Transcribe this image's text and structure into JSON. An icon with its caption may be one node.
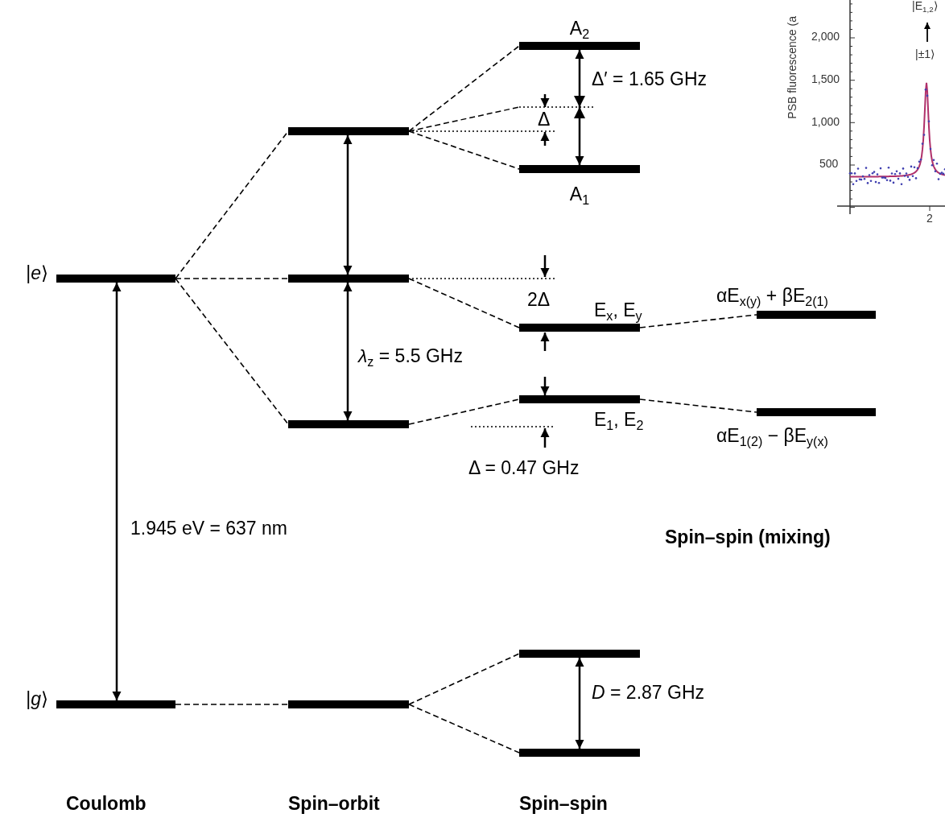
{
  "diagram": {
    "nodes": [
      {
        "text": [
          "|*e*⟩"
        ]
      },
      {
        "text": [
          "|*g*⟩"
        ]
      },
      {
        "text": [],
        "shape": "bar"
      },
      {
        "text": [],
        "shape": "bar"
      },
      {
        "text": [],
        "shape": "bar"
      },
      {
        "text": [],
        "shape": "bar"
      },
      {
        "text": [
          "A$_{2}$"
        ]
      },
      {
        "text": [
          "A$_{1}$"
        ]
      },
      {
        "text": [
          "E$_{x}$, E$_{y}$"
        ]
      },
      {
        "text": [
          "E$_{1}$, E$_{2}$"
        ]
      },
      {
        "text": [
          "αE$_{x(y)}$ + βE$_{2(1)}$"
        ]
      },
      {
        "text": [
          "αE$_{1(2)}$ − βE$_{y(x)}$"
        ]
      },
      {
        "text": [],
        "shape": "bar"
      },
      {
        "text": [],
        "shape": "bar"
      }
    ],
    "edges": [
      {
        "from": 0,
        "to": 2,
        "arrow": "none",
        "style": "dashed"
      },
      {
        "from": 0,
        "to": 3,
        "arrow": "none",
        "style": "dashed"
      },
      {
        "from": 0,
        "to": 4,
        "arrow": "none",
        "style": "dashed"
      },
      {
        "from": 0,
        "to": 1,
        "arrow": "both",
        "label": "1.945 eV = 637 nm"
      },
      {
        "from": 1,
        "to": 5,
        "arrow": "none",
        "style": "dashed"
      },
      {
        "from": 2,
        "to": 3,
        "arrow": "both"
      },
      {
        "from": 3,
        "to": 4,
        "arrow": "both",
        "label": "*λ*$_{z}$ = 5.5 GHz"
      },
      {
        "from": 2,
        "to": 6,
        "arrow": "none",
        "style": "dashed"
      },
      {
        "from": 2,
        "to": 7,
        "arrow": "none",
        "style": "dashed"
      },
      {
        "from": 6,
        "to": 7,
        "arrow": "both",
        "label": "Δ′ = 1.65 GHz"
      },
      {
        "from": 3,
        "to": 8,
        "arrow": "none",
        "style": "dashed"
      },
      {
        "from": 4,
        "to": 9,
        "arrow": "none",
        "style": "dashed"
      },
      {
        "from": 8,
        "to": 10,
        "arrow": "none",
        "style": "dashed"
      },
      {
        "from": 9,
        "to": 11,
        "arrow": "none",
        "style": "dashed"
      },
      {
        "from": 5,
        "to": 12,
        "arrow": "none",
        "style": "dashed"
      },
      {
        "from": 5,
        "to": 13,
        "arrow": "none",
        "style": "dashed"
      },
      {
        "from": 12,
        "to": 13,
        "arrow": "both",
        "label": "*D* = 2.87 GHz"
      }
    ],
    "labels": [
      "|E$_{1,2}$⟩",
      "2,000",
      "|±1⟩",
      "1,500",
      "1,000",
      "500",
      "2",
      "PSB fluorescence (a",
      "Δ",
      "2Δ",
      "Δ = 0.47 GHz",
      "Spin–spin (mixing)",
      "Coulomb",
      "Spin–orbit",
      "Spin–spin"
    ]
  }
}
